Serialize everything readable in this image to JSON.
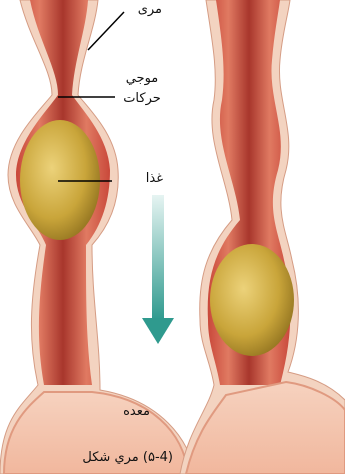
{
  "labels": {
    "esophagus": "مری",
    "peristalsis_line1": "موجي",
    "peristalsis_line2": "حرکات",
    "food": "غذا",
    "stomach": "معده"
  },
  "caption": "(۵-4) مري شكل",
  "colors": {
    "muscle_dark": "#a8362c",
    "muscle_mid": "#d25a48",
    "muscle_light": "#f0b59c",
    "outer_wall": "#f3d3c0",
    "food_bolus": "#c9a53a",
    "arrow": "#3fa39a",
    "leader_line": "#000000"
  },
  "icons": {
    "direction_arrow": "arrow-down-icon"
  }
}
